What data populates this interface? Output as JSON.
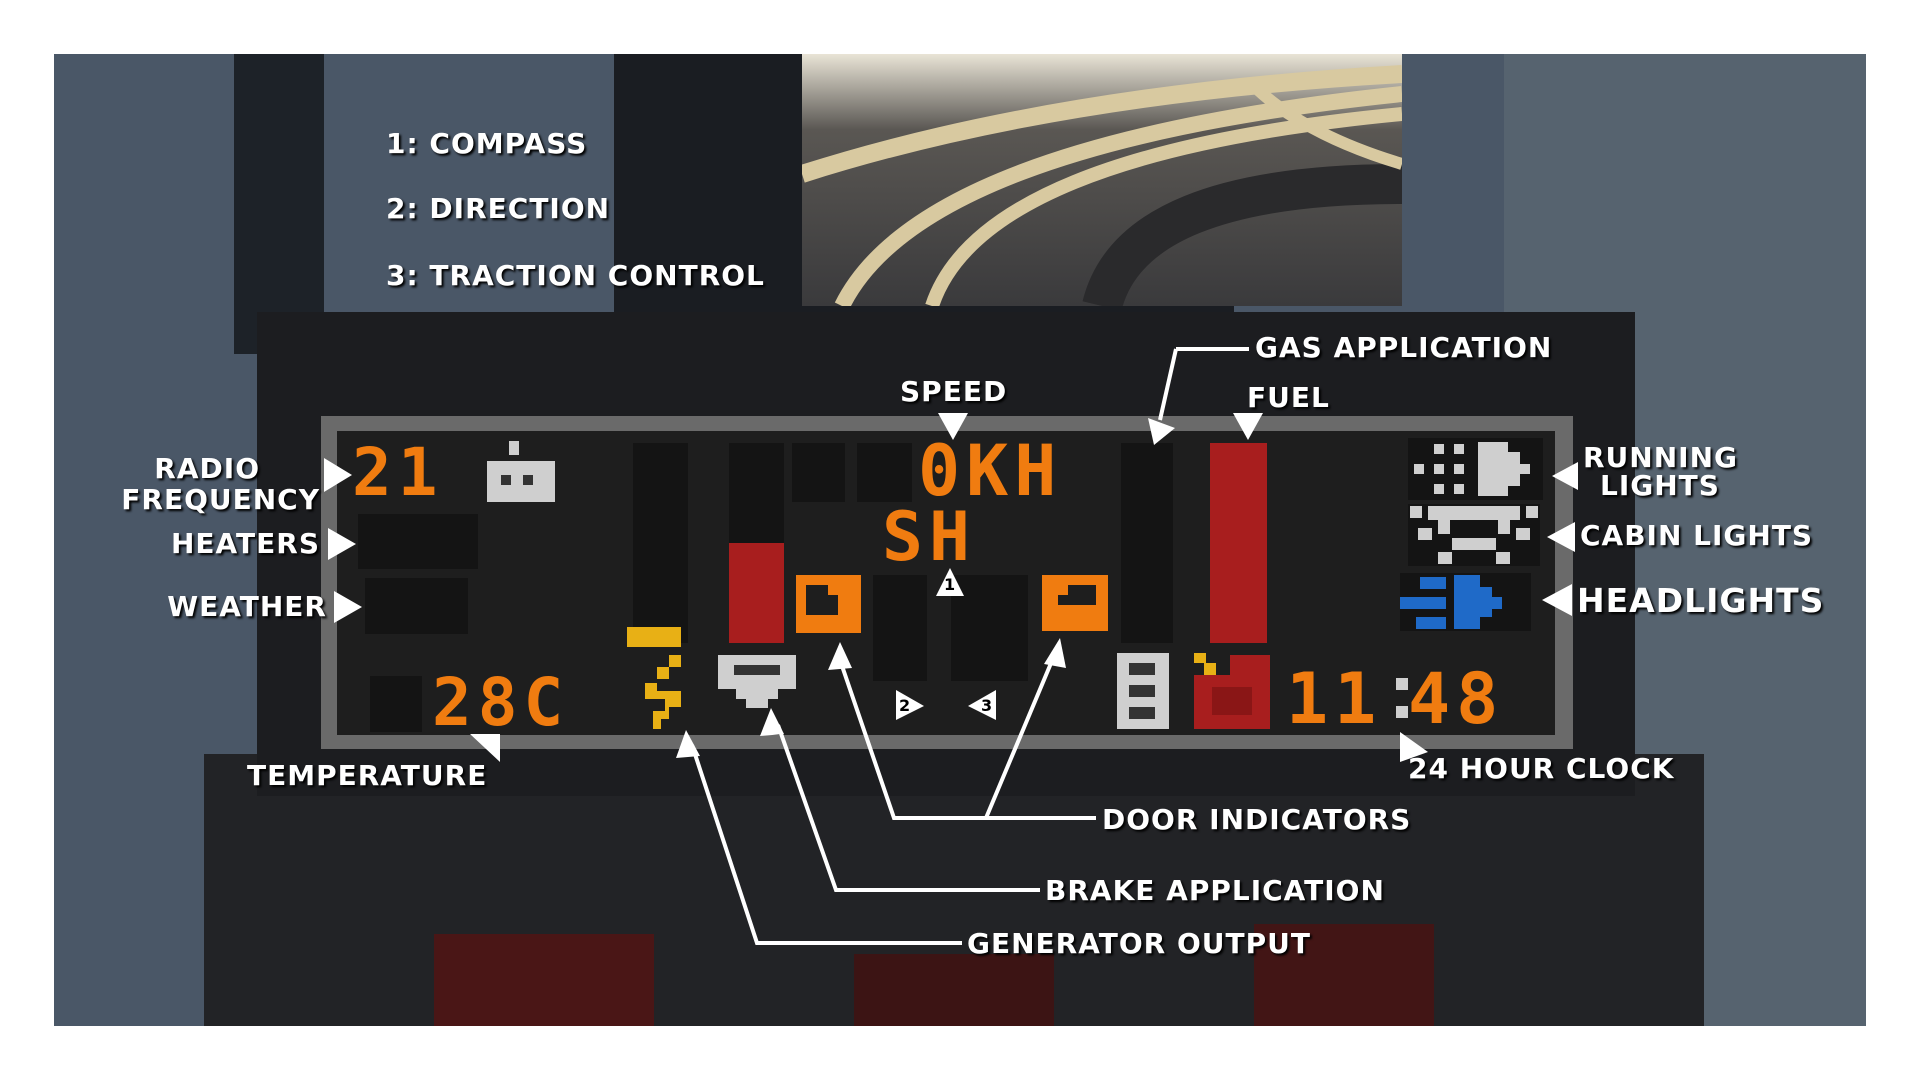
{
  "legend": {
    "items": [
      "1: COMPASS",
      "2: DIRECTION",
      "3: TRACTION CONTROL"
    ]
  },
  "display": {
    "radio_frequency": "21",
    "speed": "0KH",
    "compass": "SH",
    "temperature": "28C",
    "clock_hours": "11",
    "clock_minutes": "48",
    "markers": [
      "1",
      "2",
      "3"
    ],
    "generator_level": 0.08,
    "brake_level": 0.5,
    "gas_level": 0,
    "fuel_level": 1.0
  },
  "labels": {
    "speed": "SPEED",
    "gas": "GAS APPLICATION",
    "fuel": "FUEL",
    "radio_1": "RADIO",
    "radio_2": "FREQUENCY",
    "heaters": "HEATERS",
    "weather": "WEATHER",
    "temperature": "TEMPERATURE",
    "clock": "24 HOUR CLOCK",
    "running_1": "RUNNING",
    "running_2": "LIGHTS",
    "cabin": "CABIN LIGHTS",
    "headlights": "HEADLIGHTS",
    "doors": "DOOR INDICATORS",
    "brake": "BRAKE APPLICATION",
    "generator": "GENERATOR OUTPUT"
  },
  "colors": {
    "orange": "#f07c10",
    "red": "#a81e1e",
    "yellow": "#e8b015",
    "blue": "#1f6ac8",
    "light": "#cfcfcf"
  }
}
